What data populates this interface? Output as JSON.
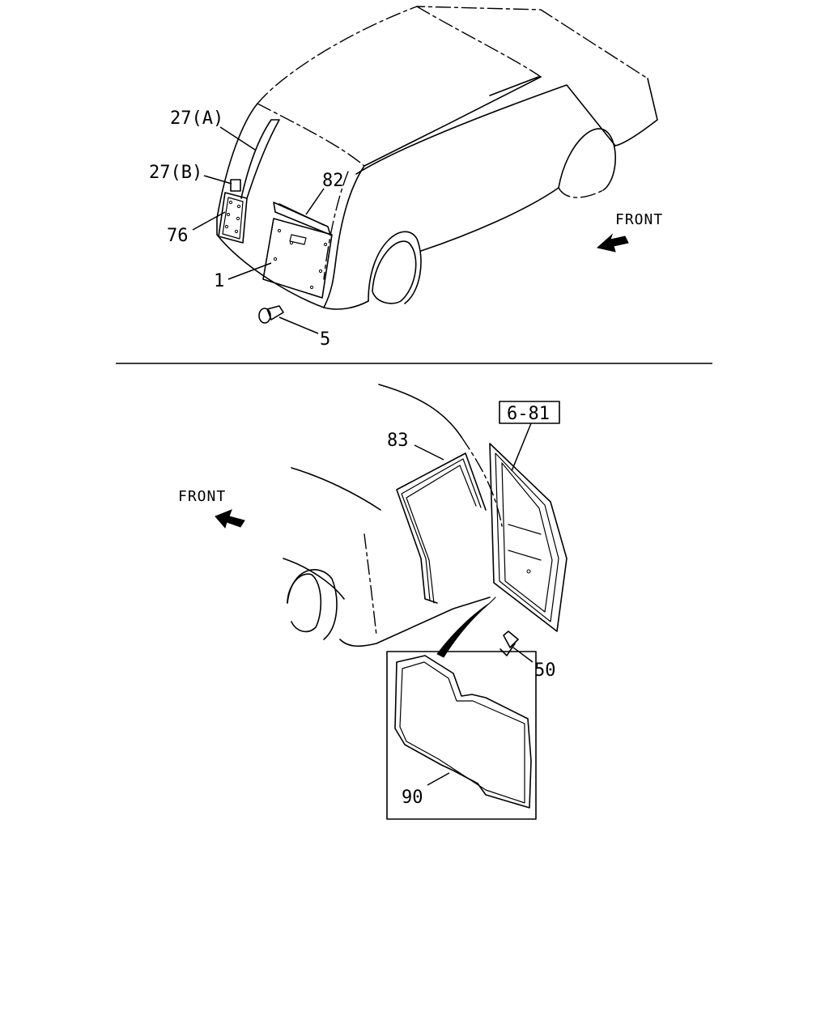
{
  "callouts": {
    "p27a": "27(A)",
    "p27b": "27(B)",
    "p82": "82",
    "p76": "76",
    "p1": "1",
    "p5": "5",
    "p83": "83",
    "p6_81": "6-81",
    "p50": "50",
    "p90": "90"
  },
  "direction_labels": {
    "top": "FRONT",
    "bottom": "FRONT"
  },
  "icons": {
    "front_arrow": "bold-arrow-icon"
  }
}
